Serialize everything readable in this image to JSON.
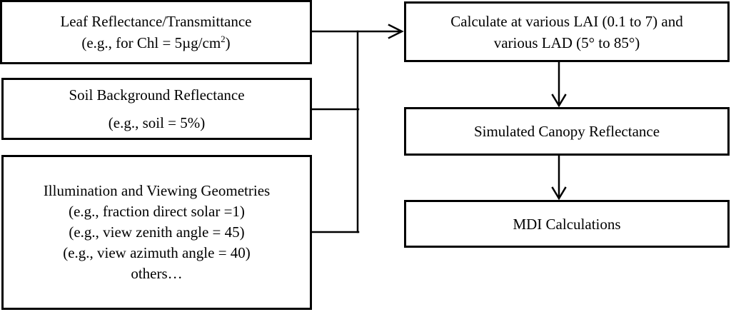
{
  "figure": {
    "type": "flowchart",
    "background_color": "#ffffff",
    "line_color": "#000000",
    "text_color": "#000000",
    "nodes": {
      "leaf": {
        "line1": "Leaf Reflectance/Transmittance",
        "line2_pre": "(e.g., for Chl = 5µg/cm",
        "line2_sup": "2",
        "line2_post": ")"
      },
      "soil": {
        "line1": "Soil Background Reflectance",
        "line2": "(e.g., soil = 5%)"
      },
      "geometry": {
        "line1": "Illumination and Viewing Geometries",
        "line2": "(e.g., fraction direct solar =1)",
        "line3": "(e.g., view zenith angle = 45)",
        "line4": "(e.g., view azimuth angle = 40)",
        "line5": "others…"
      },
      "calculate": {
        "line1": "Calculate at various LAI (0.1 to 7) and",
        "line2": "various LAD (5° to 85°)"
      },
      "simulated": {
        "line1": "Simulated Canopy Reflectance"
      },
      "mdi": {
        "line1": "MDI Calculations"
      }
    },
    "edges": [
      {
        "from": "leaf",
        "to": "calculate",
        "style": "arrow"
      },
      {
        "from": "soil",
        "to": "calculate",
        "style": "merges-into-collector"
      },
      {
        "from": "geometry",
        "to": "calculate",
        "style": "merges-into-collector"
      },
      {
        "from": "calculate",
        "to": "simulated",
        "style": "arrow"
      },
      {
        "from": "simulated",
        "to": "mdi",
        "style": "arrow"
      }
    ]
  }
}
